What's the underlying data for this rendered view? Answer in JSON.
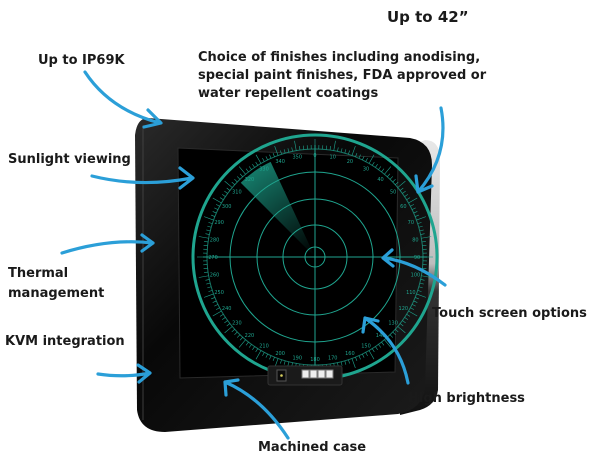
{
  "title": "Up to 42”",
  "labels": {
    "ip": "Up to IP69K",
    "finishes": [
      "Choice of finishes including anodising,",
      "special paint finishes, FDA approved or",
      "water repellent coatings"
    ],
    "sunlight": "Sunlight viewing",
    "thermal": [
      "Thermal",
      "management"
    ],
    "kvm": "KVM integration",
    "touch": "Touch screen options",
    "brightness": "High brightness",
    "case": "Machined case"
  },
  "radar_degrees": [
    "0",
    "10",
    "20",
    "30",
    "40",
    "50",
    "60",
    "70",
    "80",
    "90",
    "100",
    "110",
    "120",
    "130",
    "140",
    "150",
    "160",
    "170",
    "180",
    "190",
    "200",
    "210",
    "220",
    "230",
    "240",
    "250",
    "260",
    "270",
    "280",
    "290",
    "300",
    "310",
    "320",
    "330",
    "340",
    "350"
  ],
  "colors": {
    "arrow": "#2b9fd8",
    "radar": "#1fa58f",
    "bezel": "#0c0c0c"
  }
}
